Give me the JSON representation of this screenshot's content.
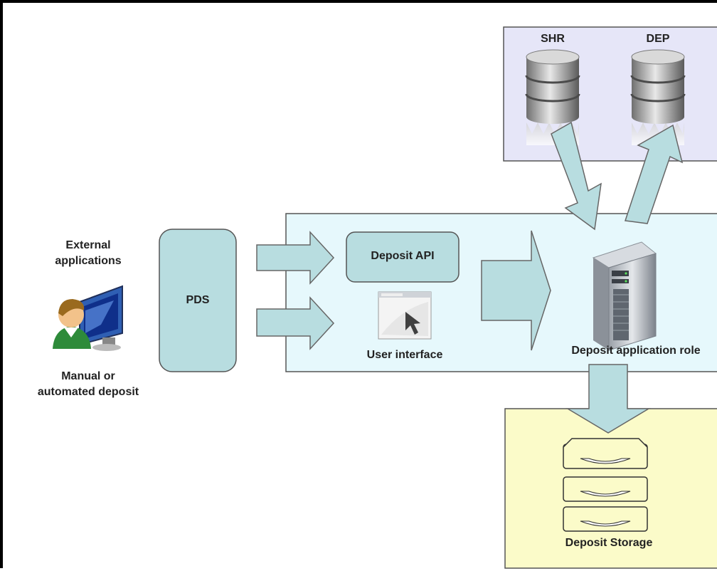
{
  "db_panel": {
    "shr_label": "SHR",
    "dep_label": "DEP"
  },
  "left": {
    "external_label_line1": "External",
    "external_label_line2": "applications",
    "manual_label_line1": "Manual or",
    "manual_label_line2": "automated deposit"
  },
  "pds_label": "PDS",
  "deposit_api_label": "Deposit API",
  "user_interface_label": "User interface",
  "server_label": "Deposit application role",
  "storage_label": "Deposit Storage",
  "colors": {
    "db_panel_fill": "#E6E6F8",
    "app_panel_fill": "#E6F8FC",
    "storage_panel_fill": "#FBFBC9",
    "node_fill": "#B8DDE0",
    "arrow_fill": "#B8DDE0"
  }
}
